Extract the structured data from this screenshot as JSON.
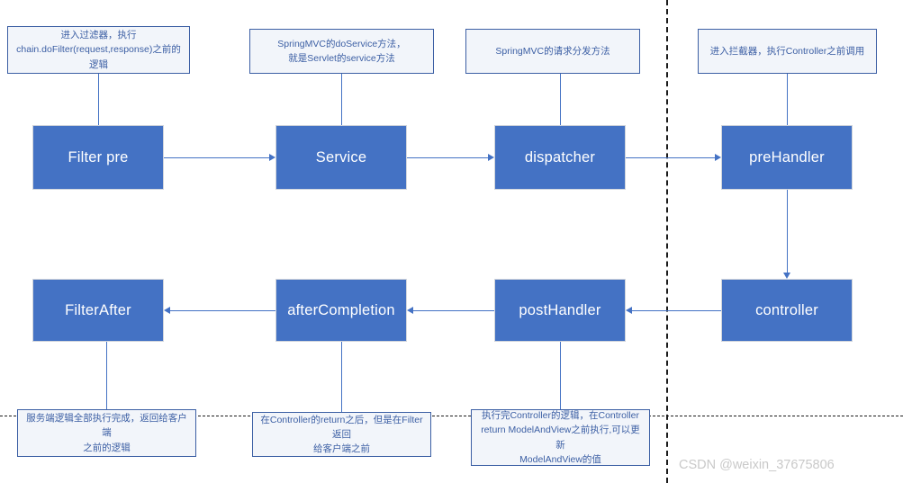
{
  "diagram": {
    "title": "SpringMVC request lifecycle flow",
    "accent_color": "#4472C4",
    "note_border_color": "#3C5FA4",
    "note_fill_color": "#F2F5FA",
    "nodes": [
      {
        "id": "filter-pre",
        "label": "Filter pre"
      },
      {
        "id": "service",
        "label": "Service"
      },
      {
        "id": "dispatcher",
        "label": "dispatcher"
      },
      {
        "id": "pre-handler",
        "label": "preHandler"
      },
      {
        "id": "controller",
        "label": "controller"
      },
      {
        "id": "post-handler",
        "label": "postHandler"
      },
      {
        "id": "after-completion",
        "label": "afterCompletion"
      },
      {
        "id": "filter-after",
        "label": "FilterAfter"
      }
    ],
    "notes": [
      {
        "id": "note-filter-pre",
        "line1": "进入过滤器，执行",
        "line2": "chain.doFilter(request,response)之前的逻辑"
      },
      {
        "id": "note-service",
        "line1": "SpringMVC的doService方法，",
        "line2": "就是Servlet的service方法"
      },
      {
        "id": "note-dispatcher",
        "line1": "SpringMVC的请求分发方法",
        "line2": ""
      },
      {
        "id": "note-pre-handler",
        "line1": "进入拦截器，执行Controller之前调用",
        "line2": ""
      },
      {
        "id": "note-filter-after",
        "line1": "服务端逻辑全部执行完成，返回给客户端",
        "line2": "之前的逻辑"
      },
      {
        "id": "note-after-completion",
        "line1": "在Controller的return之后，但是在Filter返回",
        "line2": "给客户端之前"
      },
      {
        "id": "note-post-handler",
        "line1": "执行完Controller的逻辑，在Controller",
        "line2": "return ModelAndView之前执行,可以更新",
        "line3": "ModelAndView的值"
      }
    ],
    "watermark": "CSDN @weixin_37675806"
  }
}
